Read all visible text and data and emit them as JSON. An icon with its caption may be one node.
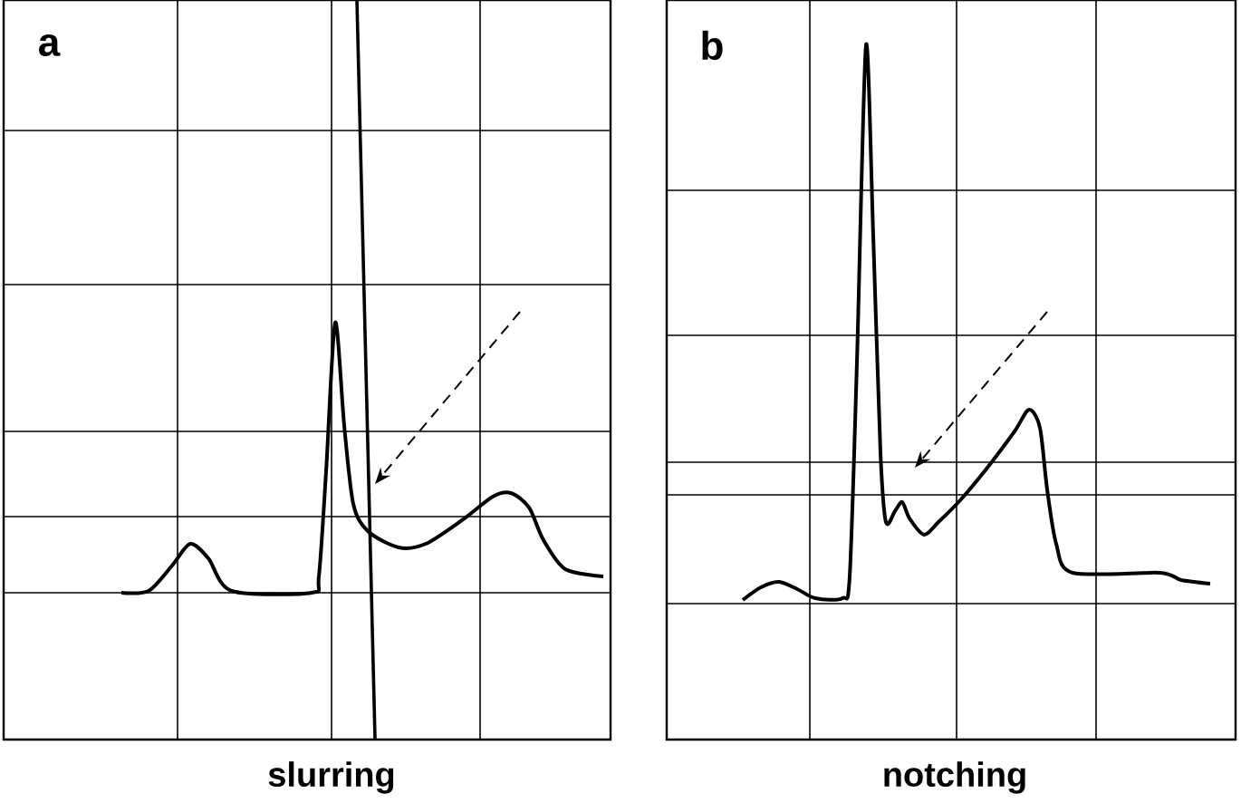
{
  "diagram": {
    "labels": [
      "a",
      "b",
      "slurring",
      "notching"
    ]
  }
}
